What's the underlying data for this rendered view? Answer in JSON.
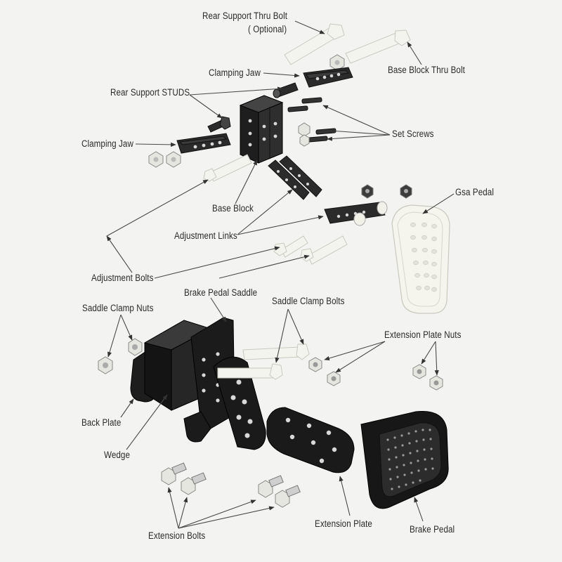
{
  "labels": {
    "rear_support_thru_bolt": "Rear Support Thru Bolt",
    "optional": "( Optional)",
    "base_block_thru_bolt": "Base Block Thru Bolt",
    "clamping_jaw_top": "Clamping Jaw",
    "rear_support_studs": "Rear Support STUDS",
    "set_screws": "Set Screws",
    "clamping_jaw_left": "Clamping Jaw",
    "gsa_pedal": "Gsa Pedal",
    "base_block": "Base Block",
    "adjustment_links": "Adjustment Links",
    "adjustment_bolts": "Adjustment Bolts",
    "brake_pedal_saddle": "Brake Pedal Saddle",
    "saddle_clamp_nuts": "Saddle Clamp Nuts",
    "saddle_clamp_bolts": "Saddle Clamp Bolts",
    "extension_plate_nuts": "Extension Plate Nuts",
    "back_plate": "Back Plate",
    "wedge": "Wedge",
    "extension_bolts": "Extension Bolts",
    "extension_plate": "Extension Plate",
    "brake_pedal": "Brake Pedal"
  }
}
